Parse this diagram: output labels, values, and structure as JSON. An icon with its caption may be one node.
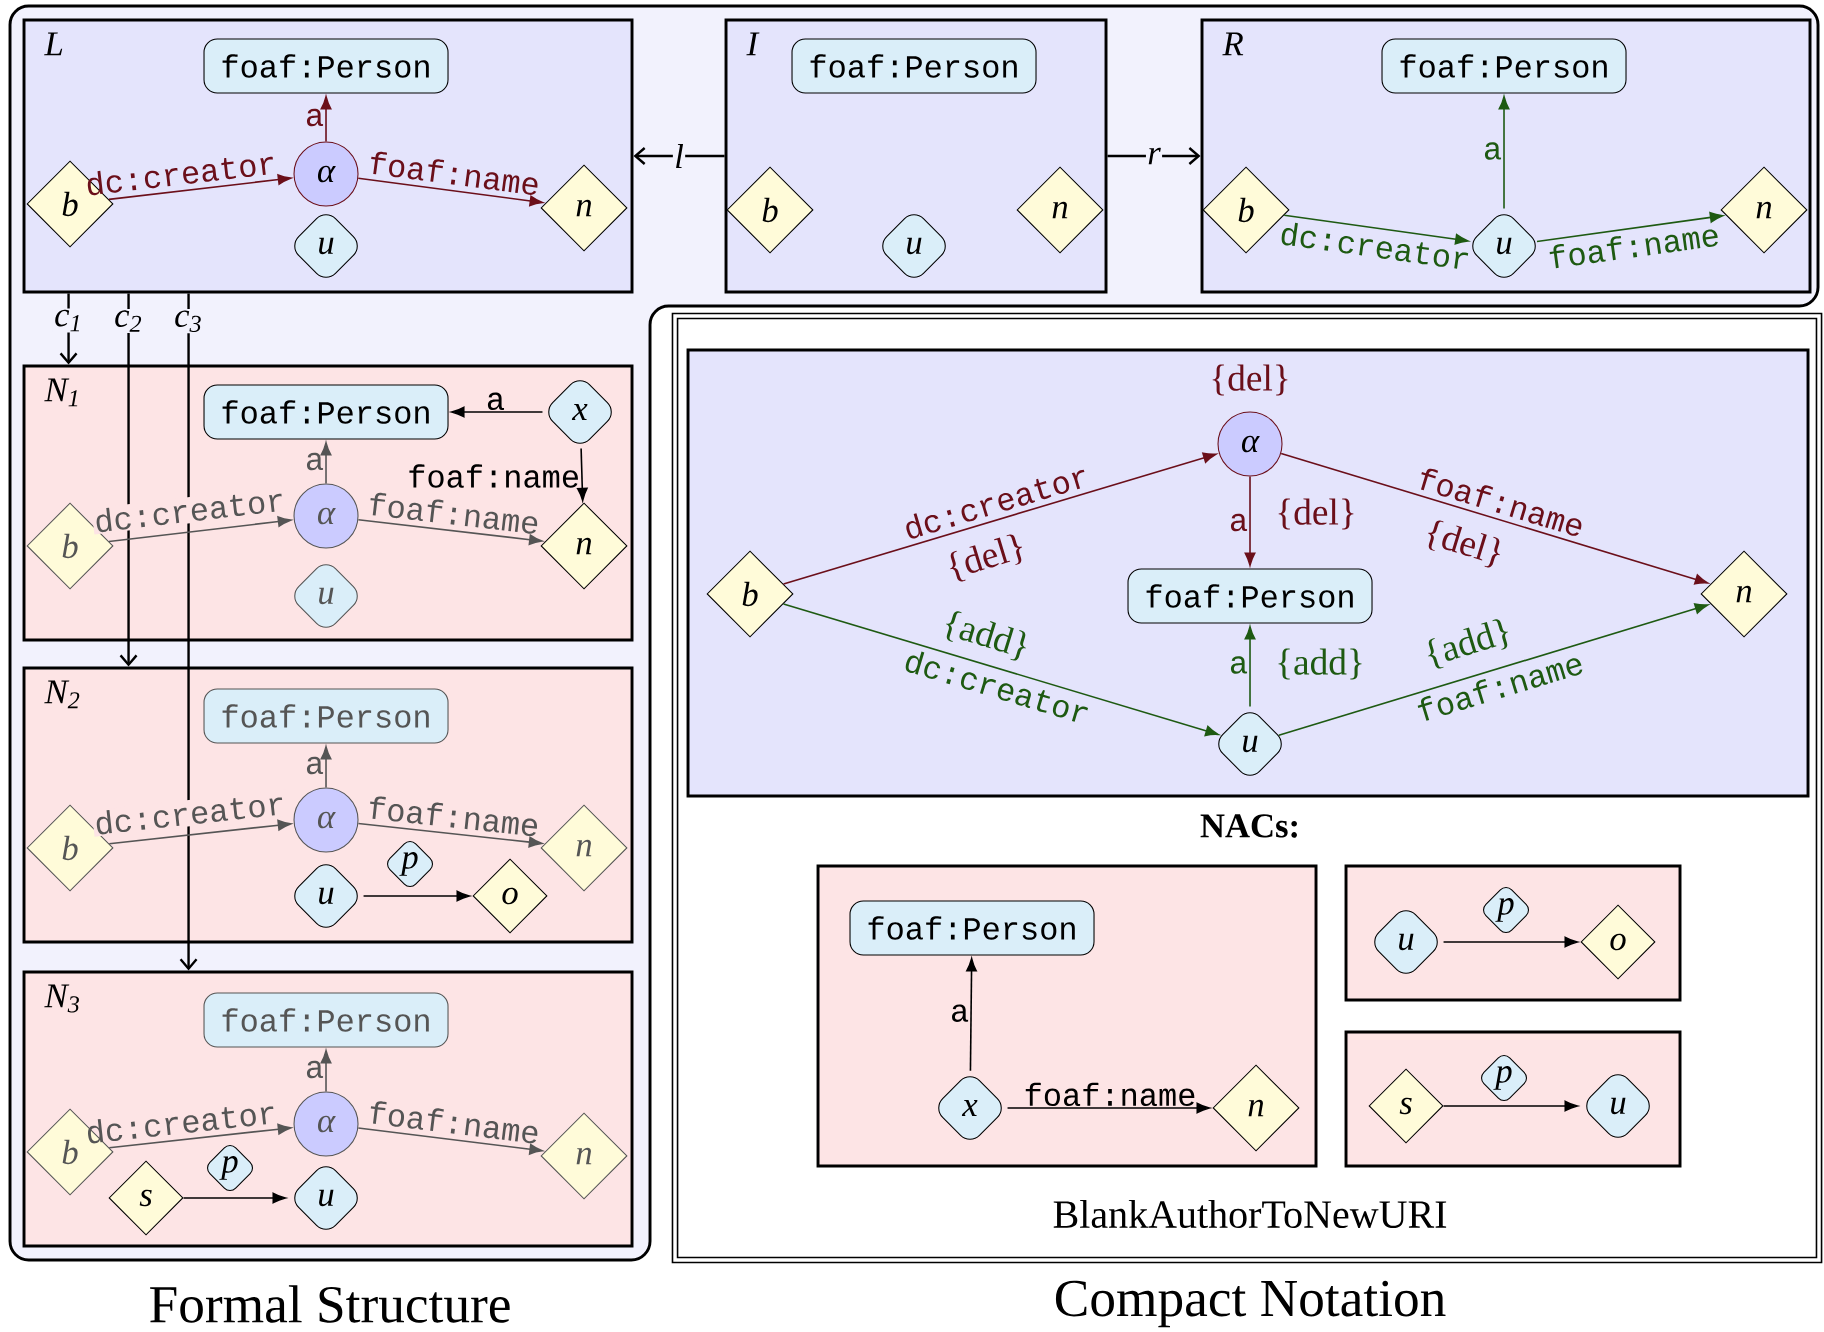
{
  "diagram": {
    "nodes": [
      {
        "text": [
          "Formal Structure"
        ]
      },
      {
        "text": [
          "L"
        ],
        "in": 0
      },
      {
        "text": [
          "foaf:Person"
        ],
        "in": 1
      },
      {
        "text": [
          "α"
        ],
        "in": 1
      },
      {
        "text": [
          "b"
        ],
        "in": 1
      },
      {
        "text": [
          "n"
        ],
        "in": 1
      },
      {
        "text": [
          "u"
        ],
        "in": 1
      },
      {
        "text": [
          "I"
        ],
        "in": 0
      },
      {
        "text": [
          "foaf:Person"
        ],
        "in": 7
      },
      {
        "text": [
          "b"
        ],
        "in": 7
      },
      {
        "text": [
          "u"
        ],
        "in": 7
      },
      {
        "text": [
          "n"
        ],
        "in": 7
      },
      {
        "text": [
          "R"
        ],
        "in": 0
      },
      {
        "text": [
          "foaf:Person"
        ],
        "in": 12
      },
      {
        "text": [
          "b"
        ],
        "in": 12
      },
      {
        "text": [
          "u"
        ],
        "in": 12
      },
      {
        "text": [
          "n"
        ],
        "in": 12
      },
      {
        "text": [
          "N$_{1}$"
        ],
        "in": 0
      },
      {
        "text": [
          "foaf:Person"
        ],
        "in": 17
      },
      {
        "text": [
          "x"
        ],
        "in": 17
      },
      {
        "text": [
          "α"
        ],
        "in": 17
      },
      {
        "text": [
          "b"
        ],
        "in": 17
      },
      {
        "text": [
          "n"
        ],
        "in": 17
      },
      {
        "text": [
          "u"
        ],
        "in": 17
      },
      {
        "text": [
          "N$_{2}$"
        ],
        "in": 0
      },
      {
        "text": [
          "foaf:Person"
        ],
        "in": 24
      },
      {
        "text": [
          "α"
        ],
        "in": 24
      },
      {
        "text": [
          "b"
        ],
        "in": 24
      },
      {
        "text": [
          "n"
        ],
        "in": 24
      },
      {
        "text": [
          "p"
        ],
        "in": 24
      },
      {
        "text": [
          "u"
        ],
        "in": 24
      },
      {
        "text": [
          "o"
        ],
        "in": 24
      },
      {
        "text": [
          "N$_{3}$"
        ],
        "in": 0
      },
      {
        "text": [
          "foaf:Person"
        ],
        "in": 32
      },
      {
        "text": [
          "α"
        ],
        "in": 32
      },
      {
        "text": [
          "b"
        ],
        "in": 32
      },
      {
        "text": [
          "n"
        ],
        "in": 32
      },
      {
        "text": [
          "s"
        ],
        "in": 32
      },
      {
        "text": [
          "p"
        ],
        "in": 32
      },
      {
        "text": [
          "u"
        ],
        "in": 32
      },
      {
        "text": [
          "NACs:",
          "BlankAuthorToNewURI",
          "Compact Notation"
        ]
      },
      {
        "text": [],
        "shape": "box",
        "in": 40
      },
      {
        "text": [
          "α"
        ],
        "in": 41,
        "beside": [
          "{del}"
        ]
      },
      {
        "text": [
          "b"
        ],
        "in": 41
      },
      {
        "text": [
          "foaf:Person"
        ],
        "in": 41
      },
      {
        "text": [
          "u"
        ],
        "in": 41
      },
      {
        "text": [
          "n"
        ],
        "in": 41
      },
      {
        "text": [],
        "shape": "box",
        "in": 40
      },
      {
        "text": [
          "foaf:Person"
        ],
        "in": 47
      },
      {
        "text": [
          "x"
        ],
        "in": 47
      },
      {
        "text": [
          "n"
        ],
        "in": 47
      },
      {
        "text": [],
        "shape": "box",
        "in": 40
      },
      {
        "text": [
          "u"
        ],
        "in": 51
      },
      {
        "text": [
          "p"
        ],
        "in": 51
      },
      {
        "text": [
          "o"
        ],
        "in": 51
      },
      {
        "text": [],
        "shape": "box",
        "in": 40
      },
      {
        "text": [
          "s"
        ],
        "in": 55
      },
      {
        "text": [
          "p"
        ],
        "in": 55
      },
      {
        "text": [
          "u"
        ],
        "in": 55
      }
    ],
    "edges": [
      {
        "from": 3,
        "to": 2,
        "arrow": "to",
        "label": "a",
        "color": "#6b0f1a"
      },
      {
        "from": 4,
        "to": 3,
        "arrow": "to",
        "label": "dc:creator",
        "color": "#6b0f1a"
      },
      {
        "from": 3,
        "to": 5,
        "arrow": "to",
        "label": "foaf:name",
        "color": "#6b0f1a"
      },
      {
        "from": 7,
        "to": 1,
        "arrow": "to",
        "label": "l"
      },
      {
        "from": 7,
        "to": 12,
        "arrow": "to",
        "label": "r"
      },
      {
        "from": 15,
        "to": 13,
        "arrow": "to",
        "label": "a",
        "color": "#1e5a12"
      },
      {
        "from": 14,
        "to": 15,
        "arrow": "to",
        "label": "dc:creator",
        "color": "#1e5a12"
      },
      {
        "from": 15,
        "to": 16,
        "arrow": "to",
        "label": "foaf:name",
        "color": "#1e5a12"
      },
      {
        "from": 1,
        "to": 17,
        "arrow": "to",
        "label": "c$_{1}$"
      },
      {
        "from": 1,
        "to": 24,
        "arrow": "to",
        "label": "c$_{2}$"
      },
      {
        "from": 1,
        "to": 32,
        "arrow": "to",
        "label": "c$_{3}$"
      },
      {
        "from": 19,
        "to": 18,
        "arrow": "to",
        "label": "a"
      },
      {
        "from": 19,
        "to": 22,
        "arrow": "to",
        "label": "foaf:name"
      },
      {
        "from": 20,
        "to": 18,
        "arrow": "to",
        "label": "a",
        "color": "#555555"
      },
      {
        "from": 21,
        "to": 20,
        "arrow": "to",
        "label": "dc:creator",
        "color": "#555555"
      },
      {
        "from": 20,
        "to": 22,
        "arrow": "to",
        "label": "foaf:name",
        "color": "#555555"
      },
      {
        "from": 26,
        "to": 25,
        "arrow": "to",
        "label": "a",
        "color": "#555555"
      },
      {
        "from": 27,
        "to": 26,
        "arrow": "to",
        "label": "dc:creator",
        "color": "#555555"
      },
      {
        "from": 26,
        "to": 28,
        "arrow": "to",
        "label": "foaf:name",
        "color": "#555555"
      },
      {
        "from": 30,
        "to": 31,
        "arrow": "to"
      },
      {
        "from": 34,
        "to": 33,
        "arrow": "to",
        "label": "a",
        "color": "#555555"
      },
      {
        "from": 35,
        "to": 34,
        "arrow": "to",
        "label": "dc:creator",
        "color": "#555555"
      },
      {
        "from": 34,
        "to": 36,
        "arrow": "to",
        "label": "foaf:name",
        "color": "#555555"
      },
      {
        "from": 37,
        "to": 39,
        "arrow": "to"
      },
      {
        "from": 43,
        "to": 42,
        "arrow": "to",
        "label": "dc:creator",
        "color": "#6b0f1a"
      },
      {
        "from": 42,
        "to": 44,
        "arrow": "to",
        "label": "a",
        "color": "#6b0f1a"
      },
      {
        "from": 42,
        "to": 46,
        "arrow": "to",
        "label": "foaf:name",
        "color": "#6b0f1a"
      },
      {
        "from": 43,
        "to": 45,
        "arrow": "to",
        "label": "dc:creator",
        "color": "#1e5a12"
      },
      {
        "from": 45,
        "to": 44,
        "arrow": "to",
        "label": "a",
        "color": "#1e5a12"
      },
      {
        "from": 45,
        "to": 46,
        "arrow": "to",
        "label": "foaf:name",
        "color": "#1e5a12"
      },
      {
        "from": 49,
        "to": 48,
        "arrow": "to",
        "label": "a"
      },
      {
        "from": 49,
        "to": 50,
        "arrow": "to",
        "label": "foaf:name"
      },
      {
        "from": 52,
        "to": 54,
        "arrow": "to"
      },
      {
        "from": 56,
        "to": 58,
        "arrow": "to"
      }
    ],
    "labels": [
      "{del}",
      "{del}",
      "{del}",
      "{add}",
      "{add}",
      "{add}"
    ]
  }
}
